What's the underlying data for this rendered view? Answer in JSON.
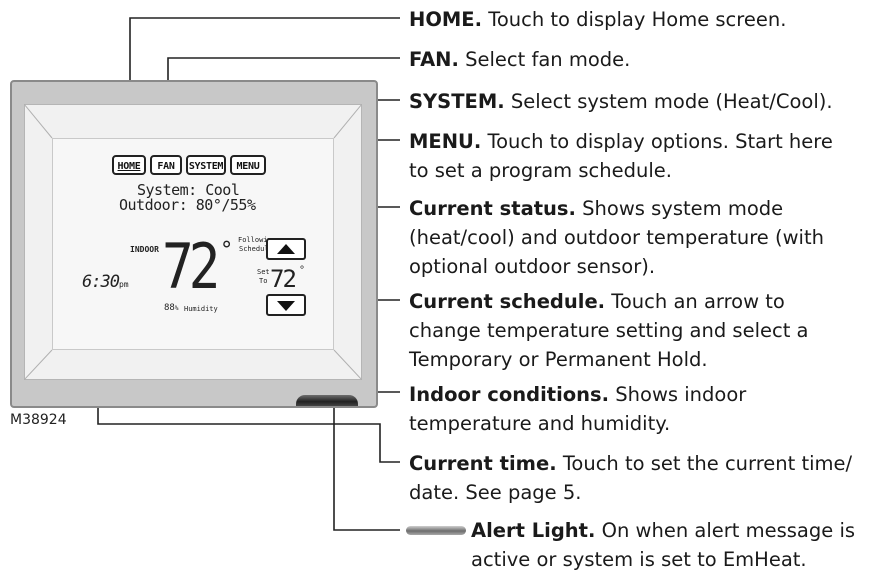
{
  "model_code": "M38924",
  "device": {
    "buttons": {
      "home": "HOME",
      "fan": "FAN",
      "system": "SYSTEM",
      "menu": "MENU"
    },
    "status_line1": "System: Cool",
    "status_line2": "Outdoor: 80°/55%",
    "indoor_label": "INDOOR",
    "indoor_temp": "72",
    "degree": "°",
    "humidity_value": "88",
    "humidity_unit": "%",
    "humidity_label": "Humidity",
    "following_line1": "Following",
    "following_line2": "Schedule",
    "set_line1": "Set",
    "set_line2": "To",
    "set_temp": "72",
    "time": "6:30",
    "time_suffix": "pm"
  },
  "callouts": {
    "home": {
      "title": "HOME.",
      "text": "Touch to display Home screen."
    },
    "fan": {
      "title": "FAN.",
      "text": "Select fan mode."
    },
    "system": {
      "title": "SYSTEM.",
      "text": "Select system mode (Heat/Cool)."
    },
    "menu": {
      "title": "MENU.",
      "text1": "Touch to display options. Start here",
      "text2": "to set a program schedule."
    },
    "status": {
      "title": "Current status.",
      "text1": "Shows system mode",
      "text2": "(heat/cool) and outdoor temperature (with",
      "text3": "optional outdoor sensor)."
    },
    "schedule": {
      "title": "Current schedule.",
      "text1": "Touch an arrow to",
      "text2": "change temperature setting and select a",
      "text3": "Temporary or Permanent Hold."
    },
    "indoor": {
      "title": "Indoor conditions.",
      "text1": "Shows indoor",
      "text2": "temperature and humidity."
    },
    "time": {
      "title": "Current time.",
      "text1": "Touch to set the current time/",
      "text2": "date. See page 5."
    },
    "alert": {
      "title": "Alert Light.",
      "text1": "On when alert message is",
      "text2": "active or system is set to EmHeat."
    }
  },
  "colors": {
    "frame": "#c8c8c8",
    "screen": "#f1f1f1",
    "text": "#1a1a1a",
    "leader": "#222222"
  }
}
